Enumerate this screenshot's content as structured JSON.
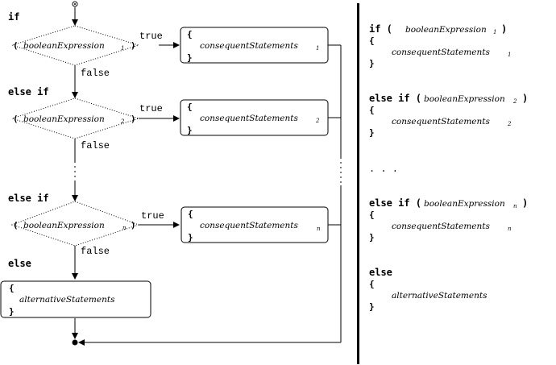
{
  "flowchart": {
    "if_label": "if",
    "else_if_label": "else if",
    "else_label": "else",
    "true_label": "true",
    "false_label": "false",
    "open_paren": "(",
    "close_paren": ")",
    "open_brace": "{",
    "close_brace": "}",
    "condition": "booleanExpression",
    "consequent": "consequentStatements",
    "alternative": "alternativeStatements",
    "subscripts": [
      "1",
      "2",
      "n"
    ]
  },
  "code": {
    "line1": "if (",
    "line2": "else if (",
    "line3": "else if (",
    "else": "else",
    "close_paren": ")",
    "open_brace": "{",
    "close_brace": "}",
    "ellipsis": ". . .",
    "condition": "booleanExpression",
    "consequent": "consequentStatements",
    "alternative": "alternativeStatements",
    "subscripts": [
      "1",
      "2",
      "n"
    ]
  }
}
